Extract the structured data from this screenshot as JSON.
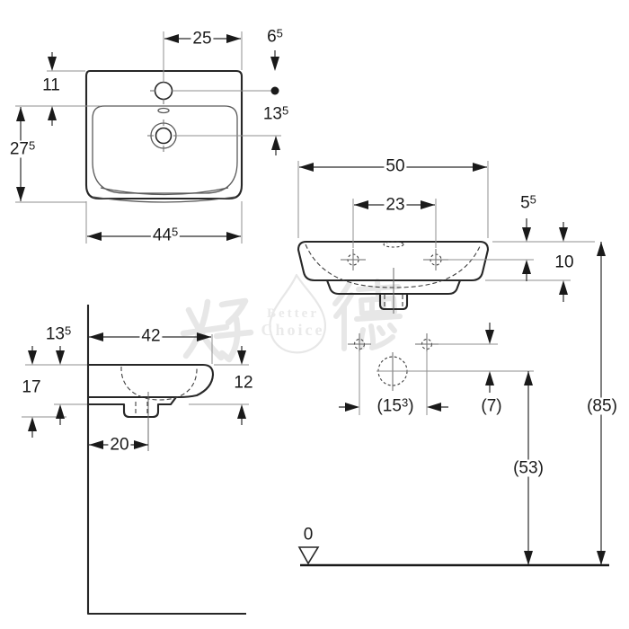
{
  "drawing": {
    "type": "washbasin technical dimension drawing",
    "views": [
      "top view",
      "front view",
      "side view"
    ],
    "colors": {
      "line": "#1a1a1a",
      "thin_line": "#8f8f8f",
      "watermark": "#e7e7e7",
      "background": "#ffffff"
    }
  },
  "dims": {
    "p25": {
      "pre": "25"
    },
    "p65": {
      "pre": "6",
      "sup": "5"
    },
    "p11": {
      "pre": "11"
    },
    "p135": {
      "pre": "13",
      "sup": "5"
    },
    "p275": {
      "pre": "27",
      "sup": "5"
    },
    "p445": {
      "pre": "44",
      "sup": "5"
    },
    "f50": {
      "pre": "50"
    },
    "f23": {
      "pre": "23"
    },
    "f55": {
      "pre": "5",
      "sup": "5"
    },
    "f10": {
      "pre": "10"
    },
    "f153": {
      "pre": "(15",
      "sup": "3",
      "post": ")"
    },
    "f7": {
      "pre": "(7)"
    },
    "f85": {
      "pre": "(85)"
    },
    "f53": {
      "pre": "(53)"
    },
    "f0": {
      "pre": "0"
    },
    "s135": {
      "pre": "13",
      "sup": "5"
    },
    "s42": {
      "pre": "42"
    },
    "s17": {
      "pre": "17"
    },
    "s12": {
      "pre": "12"
    },
    "s20": {
      "pre": "20"
    }
  },
  "watermark": {
    "cjk_left": "好",
    "cjk_right": "德",
    "line1": "Better",
    "line2": "Choice"
  }
}
